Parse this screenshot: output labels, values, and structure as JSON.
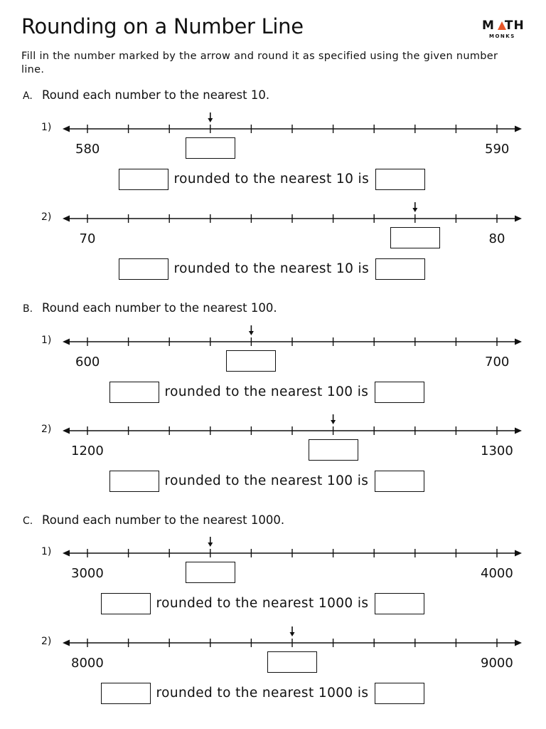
{
  "title": "Rounding on a Number Line",
  "logo": {
    "word_top_left": "M",
    "word_top_right": "TH",
    "word_bottom": "MONKS",
    "accent": "#e8572a"
  },
  "instructions": "Fill in the number marked by the arrow and round it as specified using the given number line.",
  "sections": [
    {
      "letter": "A.",
      "heading": "Round each number to the nearest 10.",
      "problems": [
        {
          "num": "1)",
          "start": "580",
          "end": "590",
          "arrow_tick": 3,
          "sentence": "rounded to the nearest 10 is"
        },
        {
          "num": "2)",
          "start": "70",
          "end": "80",
          "arrow_tick": 8,
          "sentence": "rounded to the nearest 10 is"
        }
      ]
    },
    {
      "letter": "B.",
      "heading": "Round each number to the nearest 100.",
      "problems": [
        {
          "num": "1)",
          "start": "600",
          "end": "700",
          "arrow_tick": 4,
          "sentence": "rounded to the nearest 100 is"
        },
        {
          "num": "2)",
          "start": "1200",
          "end": "1300",
          "arrow_tick": 6,
          "sentence": "rounded to the nearest 100 is"
        }
      ]
    },
    {
      "letter": "C.",
      "heading": "Round each number to the nearest 1000.",
      "problems": [
        {
          "num": "1)",
          "start": "3000",
          "end": "4000",
          "arrow_tick": 3,
          "sentence": "rounded to the nearest 1000 is"
        },
        {
          "num": "2)",
          "start": "8000",
          "end": "9000",
          "arrow_tick": 5,
          "sentence": "rounded to the nearest 1000 is"
        }
      ]
    }
  ]
}
